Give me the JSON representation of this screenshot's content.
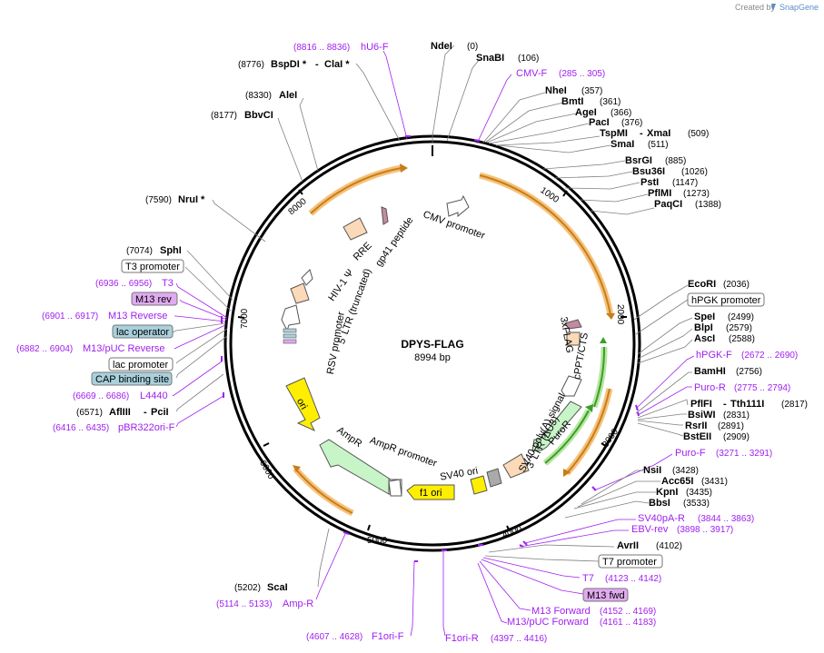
{
  "credit": {
    "prefix": "Created by",
    "brand": "SnapGene"
  },
  "plasmid": {
    "name": "DPYS-FLAG",
    "size": "8994 bp"
  },
  "ticks": [
    "1000",
    "2000",
    "3000",
    "4000",
    "5000",
    "6000",
    "7000",
    "8000"
  ],
  "sites_right": [
    {
      "name": "NdeI",
      "pos": "(0)"
    },
    {
      "name": "SnaBI",
      "pos": "(106)"
    },
    {
      "name": "CMV-F",
      "pos": "(285 .. 305)",
      "primer": true
    },
    {
      "name": "NheI",
      "pos": "(357)"
    },
    {
      "name": "BmtI",
      "pos": "(361)"
    },
    {
      "name": "AgeI",
      "pos": "(366)"
    },
    {
      "name": "PacI",
      "pos": "(376)"
    },
    {
      "name": "TspMI",
      "name2": "XmaI",
      "pos": "(509)"
    },
    {
      "name": "SmaI",
      "pos": "(511)"
    },
    {
      "name": "BsrGI",
      "pos": "(885)"
    },
    {
      "name": "Bsu36I",
      "pos": "(1026)"
    },
    {
      "name": "PstI",
      "pos": "(1147)"
    },
    {
      "name": "PflMI",
      "pos": "(1273)"
    },
    {
      "name": "PaqCI",
      "pos": "(1388)"
    },
    {
      "name": "EcoRI",
      "pos": "(2036)"
    },
    {
      "name": "hPGK promoter",
      "boxed": true
    },
    {
      "name": "SpeI",
      "pos": "(2499)"
    },
    {
      "name": "BlpI",
      "pos": "(2579)"
    },
    {
      "name": "AscI",
      "pos": "(2588)"
    },
    {
      "name": "hPGK-F",
      "pos": "(2672 .. 2690)",
      "primer": true
    },
    {
      "name": "BamHI",
      "pos": "(2756)"
    },
    {
      "name": "Puro-R",
      "pos": "(2775 .. 2794)",
      "primer": true
    },
    {
      "name": "PflFI",
      "name2": "Tth111I",
      "pos": "(2817)"
    },
    {
      "name": "BsiWI",
      "pos": "(2831)"
    },
    {
      "name": "RsrII",
      "pos": "(2891)"
    },
    {
      "name": "BstEII",
      "pos": "(2909)"
    },
    {
      "name": "Puro-F",
      "pos": "(3271 .. 3291)",
      "primer": true
    },
    {
      "name": "NsiI",
      "pos": "(3428)"
    },
    {
      "name": "Acc65I",
      "pos": "(3431)"
    },
    {
      "name": "KpnI",
      "pos": "(3435)"
    },
    {
      "name": "BbsI",
      "pos": "(3533)"
    },
    {
      "name": "SV40pA-R",
      "pos": "(3844 .. 3863)",
      "primer": true
    },
    {
      "name": "EBV-rev",
      "pos": "(3898 .. 3917)",
      "primer": true
    },
    {
      "name": "AvrII",
      "pos": "(4102)"
    },
    {
      "name": "T7 promoter",
      "boxed": true
    },
    {
      "name": "T7",
      "pos": "(4123 .. 4142)",
      "primer": true
    },
    {
      "name": "M13 fwd",
      "boxed": true,
      "purplebox": true
    },
    {
      "name": "M13 Forward",
      "pos": "(4152 .. 4169)",
      "primer": true
    },
    {
      "name": "M13/pUC Forward",
      "pos": "(4161 .. 4183)",
      "primer": true
    },
    {
      "name": "F1ori-R",
      "pos": "(4397 .. 4416)",
      "primer": true
    }
  ],
  "sites_left": [
    {
      "name": "hU6-F",
      "pos": "(8816 .. 8836)",
      "primer": true
    },
    {
      "name": "BspDI *",
      "name2": "ClaI *",
      "pos": "(8776)"
    },
    {
      "name": "AleI",
      "pos": "(8330)"
    },
    {
      "name": "BbvCI",
      "pos": "(8177)"
    },
    {
      "name": "NruI *",
      "pos": "(7590)"
    },
    {
      "name": "SphI",
      "pos": "(7074)"
    },
    {
      "name": "T3 promoter",
      "boxed": true
    },
    {
      "name": "T3",
      "pos": "(6936 .. 6956)",
      "primer": true
    },
    {
      "name": "M13 rev",
      "boxed": true,
      "purplebox": true
    },
    {
      "name": "M13 Reverse",
      "pos": "(6901 .. 6917)",
      "primer": true
    },
    {
      "name": "lac operator",
      "boxed": true,
      "bluebox": true
    },
    {
      "name": "M13/pUC Reverse",
      "pos": "(6882 .. 6904)",
      "primer": true
    },
    {
      "name": "lac promoter",
      "boxed": true
    },
    {
      "name": "CAP binding site",
      "boxed": true,
      "bluebox": true
    },
    {
      "name": "L4440",
      "pos": "(6669 .. 6686)",
      "primer": true
    },
    {
      "name": "AflIII",
      "name2": "PciI",
      "pos": "(6571)"
    },
    {
      "name": "pBR322ori-F",
      "pos": "(6416 .. 6435)",
      "primer": true
    },
    {
      "name": "ScaI",
      "pos": "(5202)"
    },
    {
      "name": "Amp-R",
      "pos": "(5114 .. 5133)",
      "primer": true
    },
    {
      "name": "F1ori-F",
      "pos": "(4607 .. 4628)",
      "primer": true
    }
  ],
  "features": {
    "cmv": "CMV promoter",
    "gp41": "gp41 peptide",
    "rre": "RRE",
    "psi": "HIV-1 Ψ",
    "ltr5": "5' LTR (truncated)",
    "rsv": "RSV promoter",
    "ori": "ori",
    "ampr": "AmpR",
    "amprp": "AmpR promoter",
    "f1ori": "f1 ori",
    "sv40ori": "SV40 ori",
    "sv40pa": "SV40 poly(A) signal",
    "ltr3": "3' LTR (ΔU3)",
    "puror": "PuroR",
    "cppt": "cPPT/CTS",
    "flag": "3xFLAG"
  },
  "colors": {
    "primer": "#a020f0",
    "orf_orange": "#f5a623",
    "green": "#3b9e2a",
    "yellow": "#ffee00",
    "ampr_fill": "#c8f5c8",
    "box_blue": "#a9d0dc",
    "box_purple": "#e0aaf0",
    "peach": "#fcd9b8"
  }
}
